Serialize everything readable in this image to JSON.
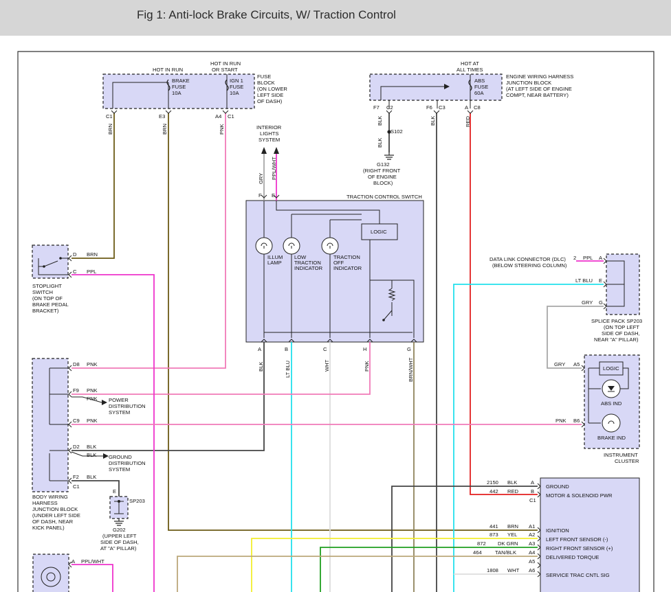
{
  "title": "Fig 1: Anti-lock Brake Circuits, W/ Traction Control",
  "labels": {
    "hot_run_1": "HOT IN RUN",
    "hot_run_2a": "HOT IN RUN",
    "hot_run_2b": "OR START",
    "hot_all_a": "HOT AT",
    "hot_all_b": "ALL TIMES",
    "brake_fuse_1": "BRAKE",
    "brake_fuse_2": "FUSE",
    "brake_fuse_3": "10A",
    "ign_fuse_1": "IGN 1",
    "ign_fuse_2": "FUSE",
    "ign_fuse_3": "10A",
    "fuse_block_1": "FUSE",
    "fuse_block_2": "BLOCK",
    "fuse_block_3": "(ON LOWER",
    "fuse_block_4": "LEFT SIDE",
    "fuse_block_5": "OF DASH)",
    "abs_fuse_1": "ABS",
    "abs_fuse_2": "FUSE",
    "abs_fuse_3": "60A",
    "ewh_1": "ENGINE WIRING HARNESS",
    "ewh_2": "JUNCTION BLOCK",
    "ewh_3": "(AT LEFT SIDE OF ENGINE",
    "ewh_4": "COMPT, NEAR BATTERY)",
    "pin_c1a": "C1",
    "pin_e3": "E3",
    "pin_a4": "A4",
    "pin_c1b": "C1",
    "pin_f7": "F7",
    "pin_c2": "C2",
    "pin_f6": "F6",
    "pin_c3": "C3",
    "pin_a_top": "A",
    "pin_c8": "C8",
    "w_brn1": "BRN",
    "w_brn2": "BRN",
    "w_pnk1": "PNK",
    "w_blk1": "BLK",
    "w_blk2": "BLK",
    "w_blk3": "BLK",
    "w_red1": "RED",
    "s102": "S102",
    "g132_1": "G132",
    "g132_2": "(RIGHT FRONT",
    "g132_3": "OF ENGINE",
    "g132_4": "BLOCK)",
    "ils_1": "INTERIOR",
    "ils_2": "LIGHTS",
    "ils_3": "SYSTEM",
    "w_gry1": "GRY",
    "w_pplwht1": "PPL/WHT",
    "tcs_f1": "F",
    "tcs_e1": "E",
    "tcs_title": "TRACTION CONTROL SWITCH",
    "logic1": "LOGIC",
    "illum_1": "ILLUM",
    "illum_2": "LAMP",
    "low_1": "LOW",
    "low_2": "TRACTION",
    "low_3": "INDICATOR",
    "toff_1": "TRACTION",
    "toff_2": "OFF",
    "toff_3": "INDICATOR",
    "tcs_a": "A",
    "tcs_b": "B",
    "tcs_c": "C",
    "tcs_h": "H",
    "tcs_g": "G",
    "w_blk4": "BLK",
    "w_ltblu1": "LT BLU",
    "w_wht1": "WHT",
    "w_pnk2": "PNK",
    "w_brnwht": "BRN/WHT",
    "sl_d": "D",
    "sl_brn": "BRN",
    "sl_c": "C",
    "sl_ppl": "PPL",
    "sl_1": "STOPLIGHT",
    "sl_2": "SWITCH",
    "sl_3": "(ON TOP OF",
    "sl_4": "BRAKE PEDAL",
    "sl_5": "BRACKET)",
    "dlc_1": "DATA LINK CONNECTOR (DLC)",
    "dlc_2": "(BELOW STEERING COLUMN)",
    "dlc_pin": "2",
    "dlc_ppl": "PPL",
    "sp_a": "A",
    "sp_ltblu": "LT BLU",
    "sp_e": "E",
    "sp_gry": "GRY",
    "sp_g": "G",
    "sp_1": "SPLICE PACK SP203",
    "sp_2": "(ON TOP LEFT",
    "sp_3": "SIDE OF DASH,",
    "sp_4": "NEAR \"A\" PILLAR)",
    "bw_d8": "D8",
    "bw_pnk1": "PNK",
    "bw_f9": "F9",
    "bw_pnk2": "PNK",
    "bw_pnk3": "PNK",
    "pds_1": "POWER",
    "pds_2": "DISTRIBUTION",
    "pds_3": "SYSTEM",
    "bw_c9": "C9",
    "bw_pnk4": "PNK",
    "bw_d2": "D2",
    "bw_blk1": "BLK",
    "bw_blk2": "BLK",
    "gds_1": "GROUND",
    "gds_2": "DISTRIBUTION",
    "gds_3": "SYSTEM",
    "bw_f2": "F2",
    "bw_blk3": "BLK",
    "bw_c1": "C1",
    "bw_1": "BODY WIRING",
    "bw_2": "HARNESS",
    "bw_3": "JUNCTION BLOCK",
    "bw_4": "(UNDER LEFT SIDE",
    "bw_5": "OF DASH, NEAR",
    "bw_6": "KICK PANEL)",
    "e_lbl": "E",
    "sp203": "SP203",
    "g202_1": "G202",
    "g202_2": "(UPPER LEFT",
    "g202_3": "SIDE OF DASH,",
    "g202_4": "AT \"A\" PILLAR)",
    "ic_gry": "GRY",
    "ic_a5": "A5",
    "logic2": "LOGIC",
    "abs_ind": "ABS IND",
    "ic_pnk": "PNK",
    "ic_b6": "B6",
    "brake_ind": "BRAKE IND",
    "ic_1": "INSTRUMENT",
    "ic_2": "CLUSTER",
    "m_2150": "2150",
    "m_blk": "BLK",
    "m_a": "A",
    "m_442": "442",
    "m_red": "RED",
    "m_b": "B",
    "m_c1": "C1",
    "m_ground": "GROUND",
    "m_motor": "MOTOR & SOLENOID PWR",
    "m_441": "441",
    "m_brn": "BRN",
    "m_a1": "A1",
    "m_873": "873",
    "m_yel": "YEL",
    "m_a2": "A2",
    "m_872": "872",
    "m_dkgrn": "DK GRN",
    "m_a3": "A3",
    "m_464": "464",
    "m_tanblk": "TAN/BLK",
    "m_a4": "A4",
    "m_a5": "A5",
    "m_1808": "1808",
    "m_wht": "WHT",
    "m_a6": "A6",
    "m_ign": "IGNITION",
    "m_lfs": "LEFT FRONT SENSOR (-)",
    "m_rfs": "RIGHT FRONT SENSOR (+)",
    "m_dt": "DELIVERED TORQUE",
    "m_stc": "SERVICE TRAC CNTL SIG",
    "bl_a": "A",
    "bl_pplwht": "PPL/WHT"
  },
  "colors": {
    "brn": "#6b5a14",
    "pnk": "#f07ab8",
    "ppl": "#ee33cc",
    "red": "#e21f1f",
    "cyan": "#22e0ec",
    "blk": "#444444",
    "gry": "#a8a8a8",
    "wht": "#dddddd",
    "yel": "#f2ee2e",
    "grn": "#1f9e1f",
    "tan": "#bba77a",
    "brnwht": "#8f845c"
  },
  "icons": [
    "fuse-icon",
    "ground-icon",
    "switch-icon",
    "lamp-icon",
    "led-icon",
    "resistor-icon"
  ]
}
